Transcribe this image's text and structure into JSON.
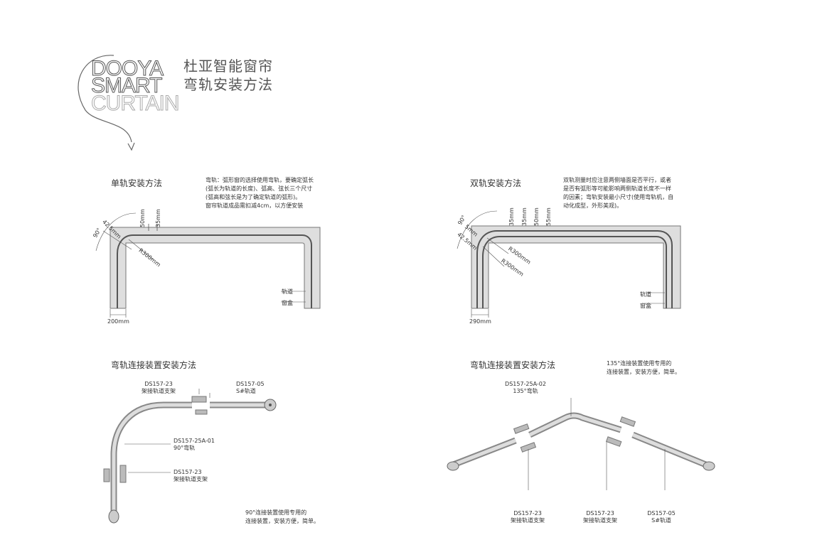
{
  "logo": {
    "line1": "DOOYA",
    "line2": "SMART",
    "line3": "CURTAIN",
    "title_line1": "杜亚智能窗帘",
    "title_line2": "弯轨安装方法"
  },
  "single": {
    "title": "单轨安装方法",
    "note": [
      "弯轨：弧形窗的选择使用弯轨，要确定弧长",
      "(弧长为轨道的长度)、弧高、弦长三个尺寸",
      "(弧高和弦长是为了确定轨道的弧形)。",
      "窗帘轨道成品需扣减4cm，以方便安装"
    ],
    "dim_50": "50mm",
    "dim_35": "35mm",
    "dim_angle": "90°",
    "dim_425": "42.5mm",
    "dim_r": "R300mm",
    "dim_200": "200mm",
    "label_track": "轨道",
    "label_box": "窗盒"
  },
  "double": {
    "title": "双轨安装方法",
    "note": [
      "双轨测量时应注意两侧墙面是否平行，或者",
      "是否有弧形等可能影响两侧轨道长度不一样",
      "的因素；弯轨安装最小尺寸(使用弯轨机，自",
      "动化成型，外形美观)。"
    ],
    "dim_35a": "35mm",
    "dim_35b": "35mm",
    "dim_50": "50mm",
    "dim_55": "55mm",
    "dim_angle": "90°",
    "dim_5": "5mm",
    "dim_425": "42.5mm",
    "dim_r1": "R300mm",
    "dim_r2": "R300mm",
    "dim_290": "290mm",
    "label_track": "轨道",
    "label_box": "窗盒"
  },
  "conn90": {
    "title": "弯轨连接装置安装方法",
    "p1_code": "DS157-23",
    "p1_name": "架接轨道支架",
    "p2_code": "DS157-05",
    "p2_name": "S#轨道",
    "p3_code": "DS157-25A-01",
    "p3_name": "90°弯轨",
    "p4_code": "DS157-23",
    "p4_name": "架接轨道支架",
    "note": [
      "90°连接装置使用专用的",
      "连接装置，安装方便，简单。"
    ]
  },
  "conn135": {
    "title": "弯轨连接装置安装方法",
    "note": [
      "135°连接装置使用专用的",
      "连接装置，安装方便，简单。"
    ],
    "p1_code": "DS157-25A-02",
    "p1_name": "135°弯轨",
    "p2_code": "DS157-23",
    "p2_name": "架接轨道支架",
    "p3_code": "DS157-23",
    "p3_name": "架接轨道支架",
    "p4_code": "DS157-05",
    "p4_name": "S#轨道"
  }
}
